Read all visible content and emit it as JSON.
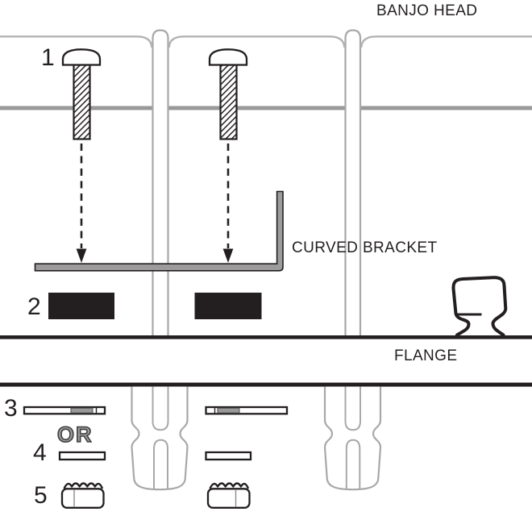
{
  "diagram": {
    "labels": {
      "banjo_head": "BANJO HEAD",
      "curved_bracket": "CURVED BRACKET",
      "flange": "FLANGE",
      "or": "OR"
    },
    "parts": [
      "1",
      "2",
      "3",
      "4",
      "5"
    ],
    "colors": {
      "ink": "#231f20",
      "line_light": "#b3b3b3",
      "line_mid": "#999999",
      "tube_gray": "#a8a8a8",
      "bracket_gray": "#9c9c9c",
      "or_gray": "#9b9b9b",
      "background": "#ffffff"
    }
  }
}
